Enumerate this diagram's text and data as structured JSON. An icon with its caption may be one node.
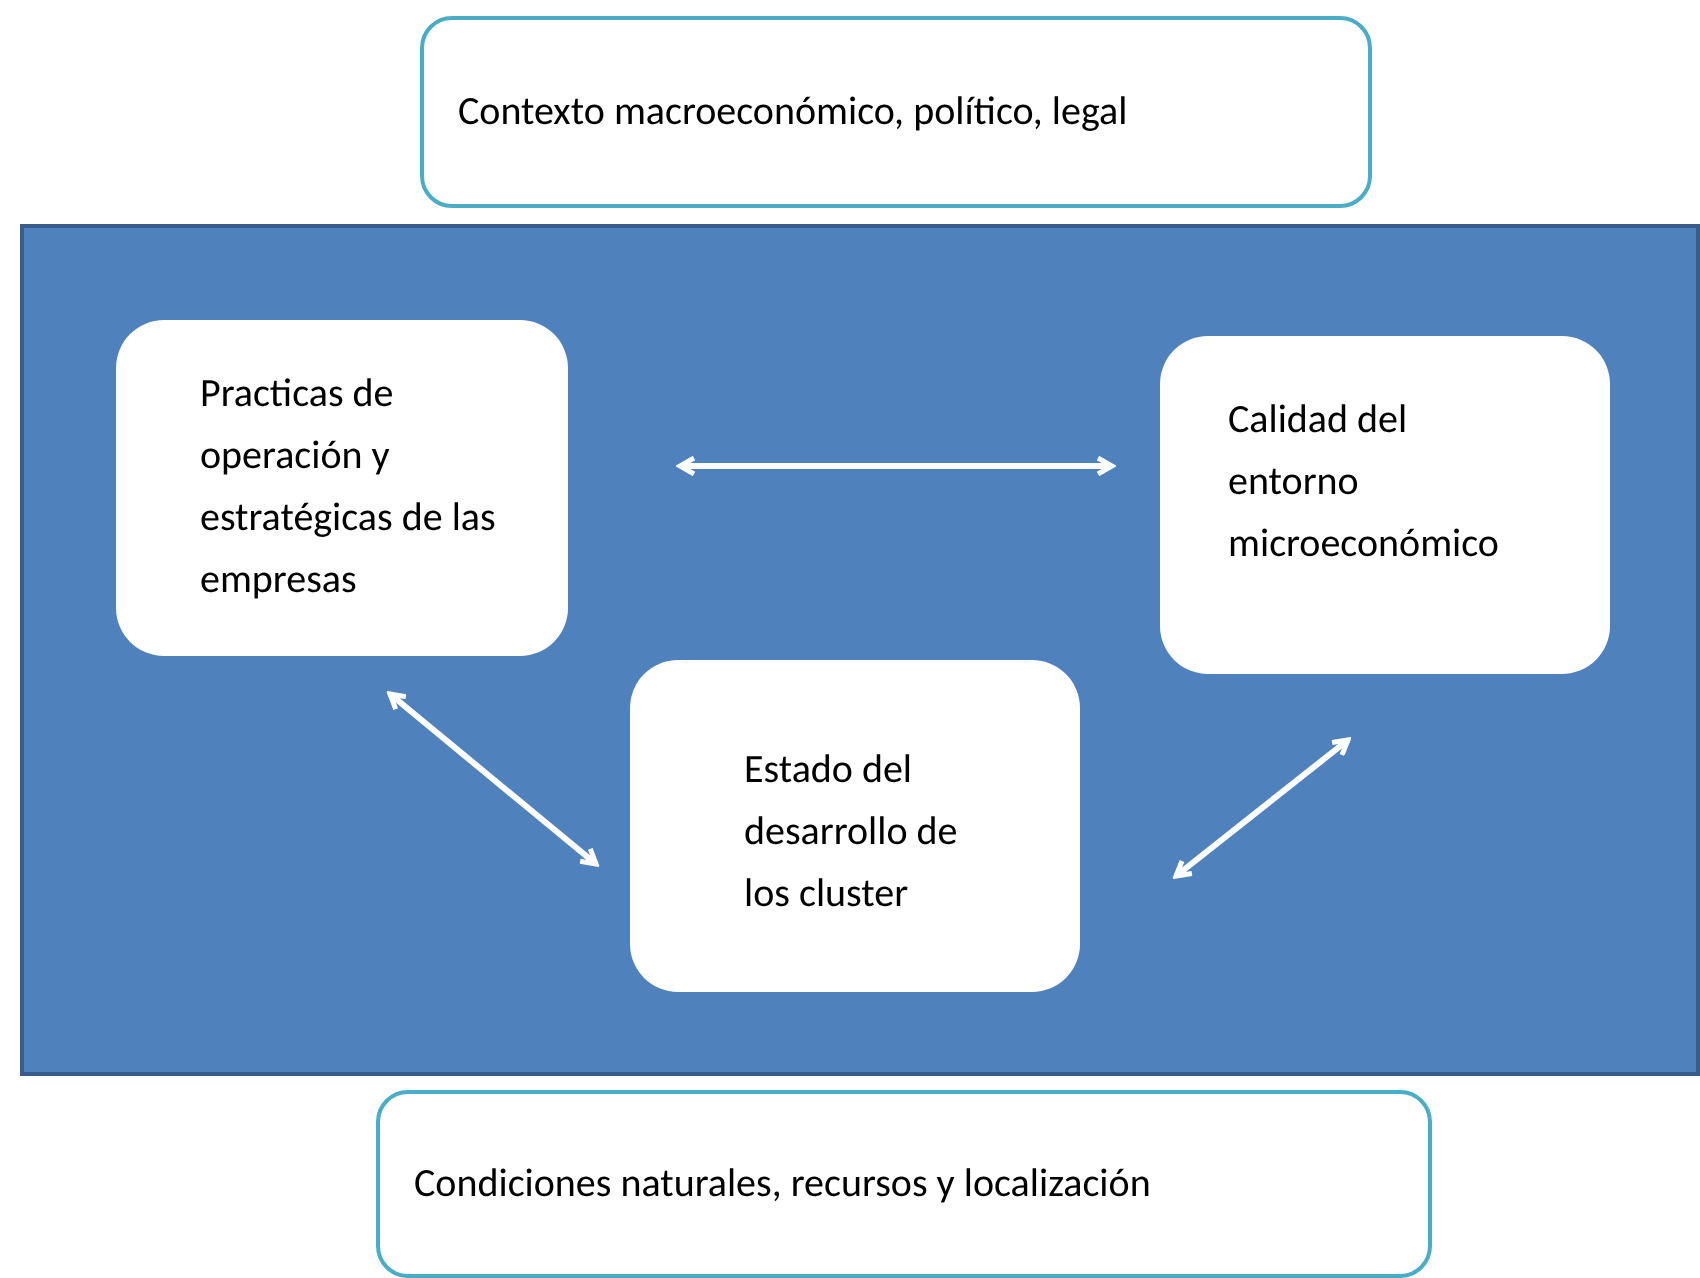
{
  "diagram": {
    "nodes": [
      {
        "text": [
          "Contexto macroeconómico, político, legal"
        ]
      },
      {
        "text": [],
        "shape": "box"
      },
      {
        "text": [
          "Practicas de operación y estratégicas de las empresas"
        ],
        "in": 1
      },
      {
        "text": [
          "Calidad del entorno microeconómico"
        ],
        "in": 1
      },
      {
        "text": [
          "Estado del desarrollo de los cluster"
        ],
        "in": 1
      },
      {
        "text": [
          "Condiciones naturales, recursos y localización"
        ]
      }
    ],
    "edges": [
      {
        "from": 2,
        "to": 3,
        "arrow": "both"
      },
      {
        "from": 2,
        "to": 4,
        "arrow": "both"
      },
      {
        "from": 4,
        "to": 3,
        "arrow": "both"
      }
    ]
  }
}
